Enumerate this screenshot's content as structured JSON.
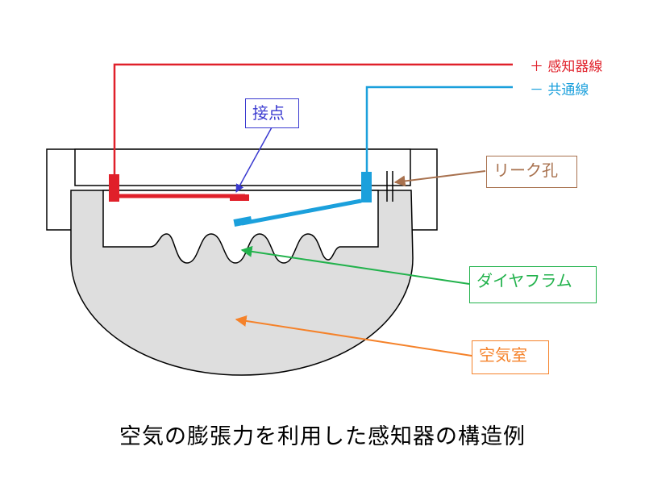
{
  "labels": {
    "plus_wire": "＋ 感知器線",
    "common_wire": "－ 共通線",
    "contact": "接点",
    "leak_hole": "リーク孔",
    "diaphragm": "ダイヤフラム",
    "air_chamber": "空気室"
  },
  "caption": "空気の膨張力を利用した感知器の構造例",
  "colors": {
    "plus": "#e0202a",
    "common": "#1ba0dc",
    "contact": "#3a3ad0",
    "leak_hole": "#a8714e",
    "diaphragm": "#22b24c",
    "air_chamber": "#f5822a",
    "chamber_fill": "#dedede"
  }
}
